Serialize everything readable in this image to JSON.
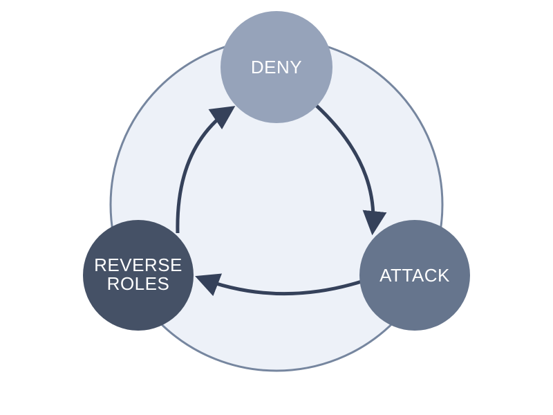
{
  "diagram": {
    "type": "cycle",
    "background_color": "#ffffff",
    "ring": {
      "fill_color": "#edf1f8",
      "border_color": "#76869f"
    },
    "arrow_color": "#35415a",
    "nodes": [
      {
        "id": "deny",
        "label": "DENY",
        "fill_color": "#96a3ba",
        "text_color": "#ffffff"
      },
      {
        "id": "attack",
        "label": "ATTACK",
        "fill_color": "#66758d",
        "text_color": "#ffffff"
      },
      {
        "id": "reverse-roles",
        "label": "REVERSE ROLES",
        "line1": "REVERSE",
        "line2": "ROLES",
        "fill_color": "#455166",
        "text_color": "#ffffff"
      }
    ],
    "edges": [
      {
        "from": "deny",
        "to": "attack"
      },
      {
        "from": "attack",
        "to": "reverse-roles"
      },
      {
        "from": "reverse-roles",
        "to": "deny"
      }
    ]
  }
}
